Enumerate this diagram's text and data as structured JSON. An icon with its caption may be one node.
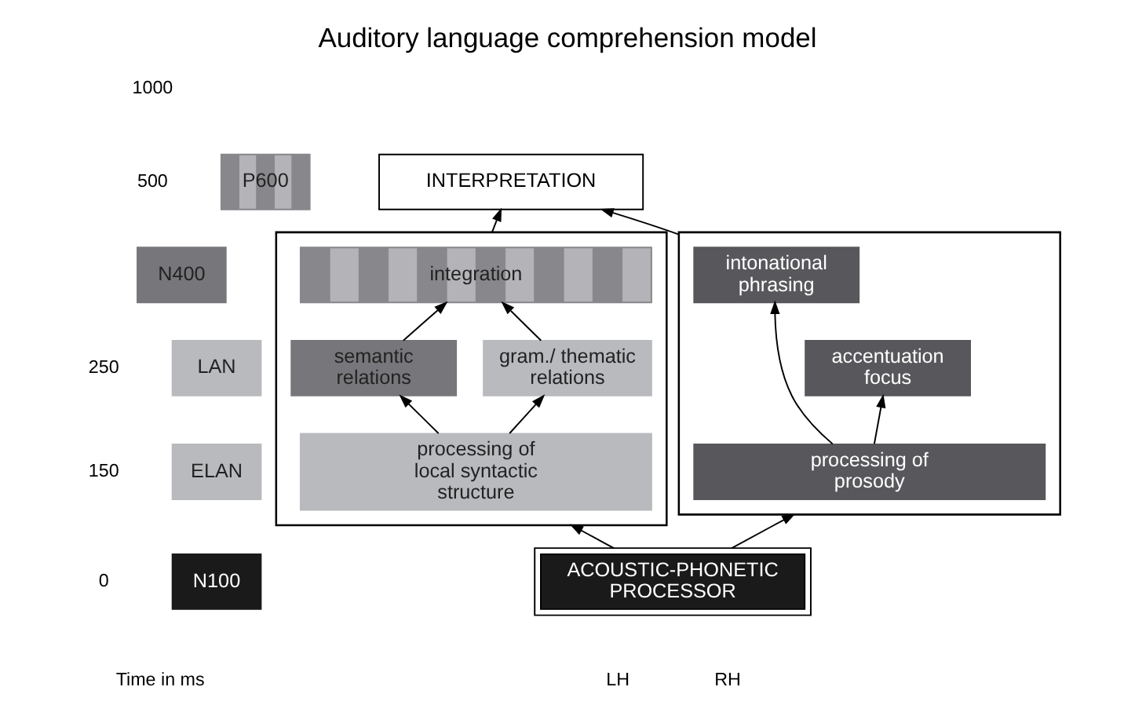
{
  "diagram": {
    "title": "Auditory language comprehension model",
    "nodes": [
      {
        "text": [
          "INTERPRETATION"
        ]
      },
      {
        "text": [],
        "shape": "box"
      },
      {
        "text": [
          "integration"
        ],
        "in": 1
      },
      {
        "text": [
          "semantic relations"
        ],
        "in": 1
      },
      {
        "text": [
          "gram./ thematic relations"
        ],
        "in": 1
      },
      {
        "text": [
          "processing of local syntactic structure"
        ],
        "in": 1
      },
      {
        "text": [],
        "shape": "box"
      },
      {
        "text": [
          "intonational phrasing"
        ],
        "in": 6
      },
      {
        "text": [
          "accentuation focus"
        ],
        "in": 6
      },
      {
        "text": [
          "processing of prosody"
        ],
        "in": 6
      },
      {
        "text": [
          "ACOUSTIC-PHONETIC PROCESSOR"
        ]
      },
      {
        "text": [
          "P600"
        ]
      },
      {
        "text": [
          "N400"
        ]
      },
      {
        "text": [
          "LAN"
        ]
      },
      {
        "text": [
          "ELAN"
        ]
      },
      {
        "text": [
          "N100"
        ]
      }
    ],
    "edges": [
      {
        "from": 1,
        "to": 0,
        "arrow": "to"
      },
      {
        "from": 6,
        "to": 0,
        "arrow": "to"
      },
      {
        "from": 3,
        "to": 2,
        "arrow": "to"
      },
      {
        "from": 4,
        "to": 2,
        "arrow": "to"
      },
      {
        "from": 5,
        "to": 3,
        "arrow": "to"
      },
      {
        "from": 5,
        "to": 4,
        "arrow": "to"
      },
      {
        "from": 9,
        "to": 7,
        "arrow": "to"
      },
      {
        "from": 9,
        "to": 8,
        "arrow": "to"
      },
      {
        "from": 10,
        "to": 1,
        "arrow": "to"
      },
      {
        "from": 10,
        "to": 6,
        "arrow": "to"
      }
    ],
    "labels": [
      "1000",
      "500",
      "250",
      "150",
      "0",
      "Time in ms",
      "LH",
      "RH"
    ]
  }
}
